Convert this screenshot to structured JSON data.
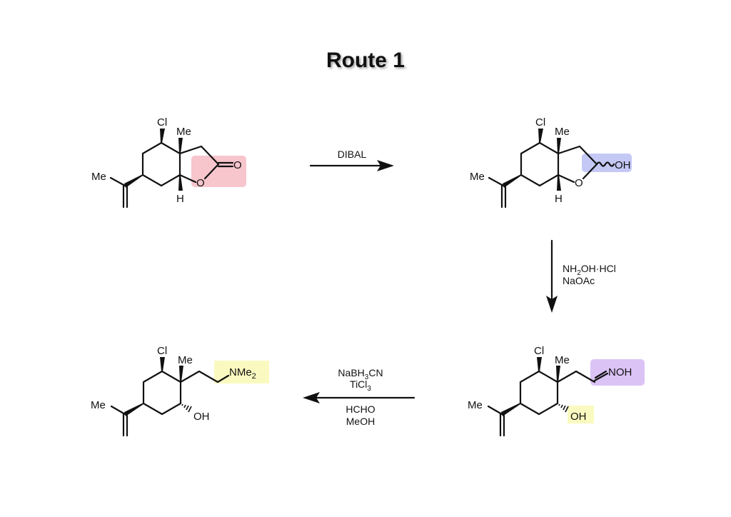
{
  "title": "Route 1",
  "highlight_colors": {
    "lactone": "#f7c5cc",
    "lactol": "#c3c8f5",
    "oxime": "#dcc3f5",
    "hydroxyl": "#fafac0",
    "amine": "#fafac0"
  },
  "molecules": {
    "lactone": {
      "cl": "Cl",
      "me_top": "Me",
      "me_left": "Me",
      "h": "H",
      "o_ring": "O",
      "o_carbonyl": "O"
    },
    "lactol": {
      "cl": "Cl",
      "me_top": "Me",
      "me_left": "Me",
      "h": "H",
      "o_ring": "O",
      "oh": "OH"
    },
    "oxime": {
      "cl": "Cl",
      "me_top": "Me",
      "me_left": "Me",
      "noh": "NOH",
      "oh": "OH"
    },
    "amine": {
      "cl": "Cl",
      "me_top": "Me",
      "me_left": "Me",
      "nme": "NMe",
      "nme_sub": "2",
      "oh": "OH"
    }
  },
  "steps": {
    "step1": {
      "reagent": "DIBAL"
    },
    "step2": {
      "line1_a": "NH",
      "line1_sub": "2",
      "line1_b": "OH·HCl",
      "line2": "NaOAc"
    },
    "step3": {
      "line1_a": "NaBH",
      "line1_sub": "3",
      "line1_b": "CN",
      "line2_a": "TiCl",
      "line2_sub": "3",
      "line3": "HCHO",
      "line4": "MeOH"
    }
  }
}
